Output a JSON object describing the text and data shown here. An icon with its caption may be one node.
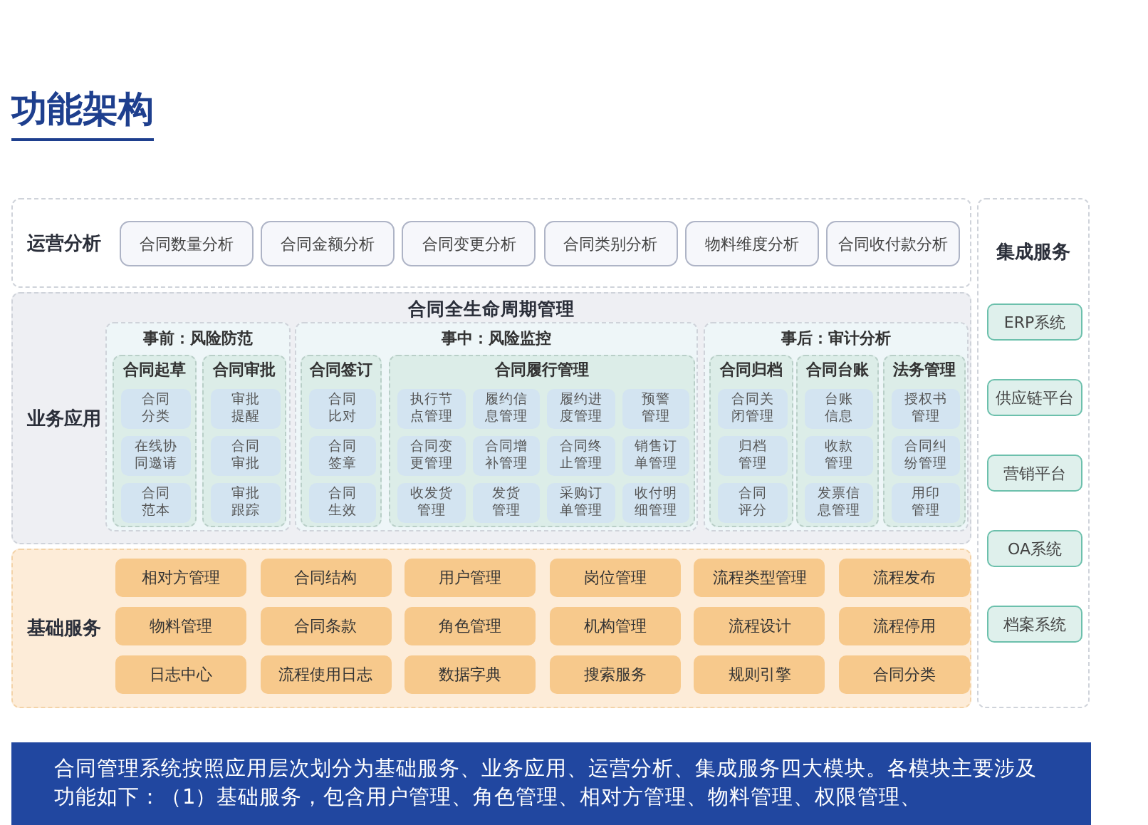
{
  "diagram": {
    "title": "功能架构",
    "caption": "合同管理系统按照应用层次划分为基础服务、业务应用、运营分析、集成服务四大模块。各模块主要涉及功能如下：（1）基础服务，包含用户管理、角色管理、相对方管理、物料管理、权限管理、",
    "nodes": [
      {
        "text": [
          "运营分析"
        ]
      },
      {
        "text": [
          "合同数量分析"
        ],
        "in": 0
      },
      {
        "text": [
          "合同金额分析"
        ],
        "in": 0
      },
      {
        "text": [
          "合同变更分析"
        ],
        "in": 0
      },
      {
        "text": [
          "合同类别分析"
        ],
        "in": 0
      },
      {
        "text": [
          "物料维度分析"
        ],
        "in": 0
      },
      {
        "text": [
          "合同收付款分析"
        ],
        "in": 0
      },
      {
        "text": [
          "集成服务"
        ]
      },
      {
        "text": [
          "ERP系统"
        ],
        "in": 7
      },
      {
        "text": [
          "供应链平台"
        ],
        "in": 7
      },
      {
        "text": [
          "营销平台"
        ],
        "in": 7
      },
      {
        "text": [
          "OA系统"
        ],
        "in": 7
      },
      {
        "text": [
          "档案系统"
        ],
        "in": 7
      },
      {
        "text": [
          "业务应用",
          "合同全生命周期管理"
        ]
      },
      {
        "text": [
          "事前：风险防范"
        ],
        "in": 13
      },
      {
        "text": [
          "合同起草"
        ],
        "in": 14
      },
      {
        "text": [
          "合同分类"
        ],
        "in": 15
      },
      {
        "text": [
          "在线协同邀请"
        ],
        "in": 15
      },
      {
        "text": [
          "合同范本"
        ],
        "in": 15
      },
      {
        "text": [
          "合同审批"
        ],
        "in": 14
      },
      {
        "text": [
          "审批提醒"
        ],
        "in": 19
      },
      {
        "text": [
          "合同审批"
        ],
        "in": 19
      },
      {
        "text": [
          "审批跟踪"
        ],
        "in": 19
      },
      {
        "text": [
          "事中：风险监控"
        ],
        "in": 13
      },
      {
        "text": [
          "合同签订"
        ],
        "in": 23
      },
      {
        "text": [
          "合同比对"
        ],
        "in": 24
      },
      {
        "text": [
          "合同签章"
        ],
        "in": 24
      },
      {
        "text": [
          "合同生效"
        ],
        "in": 24
      },
      {
        "text": [
          "合同履行管理"
        ],
        "in": 23
      },
      {
        "text": [
          "执行节点管理"
        ],
        "in": 28
      },
      {
        "text": [
          "履约信息管理"
        ],
        "in": 28
      },
      {
        "text": [
          "履约进度管理"
        ],
        "in": 28
      },
      {
        "text": [
          "预警管理"
        ],
        "in": 28
      },
      {
        "text": [
          "合同变更管理"
        ],
        "in": 28
      },
      {
        "text": [
          "合同增补管理"
        ],
        "in": 28
      },
      {
        "text": [
          "合同终止管理"
        ],
        "in": 28
      },
      {
        "text": [
          "销售订单管理"
        ],
        "in": 28
      },
      {
        "text": [
          "收发货管理"
        ],
        "in": 28
      },
      {
        "text": [
          "发货管理"
        ],
        "in": 28
      },
      {
        "text": [
          "采购订单管理"
        ],
        "in": 28
      },
      {
        "text": [
          "收付明细管理"
        ],
        "in": 28
      },
      {
        "text": [
          "事后：审计分析"
        ],
        "in": 13
      },
      {
        "text": [
          "合同归档"
        ],
        "in": 41
      },
      {
        "text": [
          "合同关闭管理"
        ],
        "in": 42
      },
      {
        "text": [
          "归档管理"
        ],
        "in": 42
      },
      {
        "text": [
          "合同评分"
        ],
        "in": 42
      },
      {
        "text": [
          "合同台账"
        ],
        "in": 41
      },
      {
        "text": [
          "台账信息"
        ],
        "in": 46
      },
      {
        "text": [
          "收款管理"
        ],
        "in": 46
      },
      {
        "text": [
          "发票信息管理"
        ],
        "in": 46
      },
      {
        "text": [
          "法务管理"
        ],
        "in": 41
      },
      {
        "text": [
          "授权书管理"
        ],
        "in": 50
      },
      {
        "text": [
          "合同纠纷管理"
        ],
        "in": 50
      },
      {
        "text": [
          "用印管理"
        ],
        "in": 50
      },
      {
        "text": [
          "基础服务"
        ]
      },
      {
        "text": [
          "相对方管理"
        ],
        "in": 54
      },
      {
        "text": [
          "合同结构"
        ],
        "in": 54
      },
      {
        "text": [
          "用户管理"
        ],
        "in": 54
      },
      {
        "text": [
          "岗位管理"
        ],
        "in": 54
      },
      {
        "text": [
          "流程类型管理"
        ],
        "in": 54
      },
      {
        "text": [
          "流程发布"
        ],
        "in": 54
      },
      {
        "text": [
          "物料管理"
        ],
        "in": 54
      },
      {
        "text": [
          "合同条款"
        ],
        "in": 54
      },
      {
        "text": [
          "角色管理"
        ],
        "in": 54
      },
      {
        "text": [
          "机构管理"
        ],
        "in": 54
      },
      {
        "text": [
          "流程设计"
        ],
        "in": 54
      },
      {
        "text": [
          "流程停用"
        ],
        "in": 54
      },
      {
        "text": [
          "日志中心"
        ],
        "in": 54
      },
      {
        "text": [
          "流程使用日志"
        ],
        "in": 54
      },
      {
        "text": [
          "数据字典"
        ],
        "in": 54
      },
      {
        "text": [
          "搜索服务"
        ],
        "in": 54
      },
      {
        "text": [
          "规则引擎"
        ],
        "in": 54
      },
      {
        "text": [
          "合同分类"
        ],
        "in": 54
      }
    ]
  }
}
